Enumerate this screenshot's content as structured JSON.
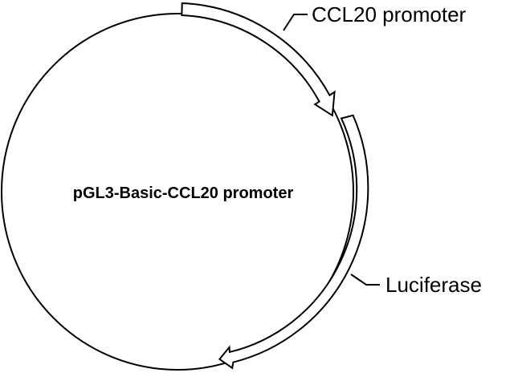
{
  "plasmid": {
    "name": "pGL3-Basic-CCL20 promoter"
  },
  "features": [
    {
      "label": "CCL20 promoter"
    },
    {
      "label": "Luciferase"
    }
  ],
  "colors": {
    "background": "#ffffff",
    "stroke": "#000000",
    "arrow_fill": "#ffffff"
  }
}
